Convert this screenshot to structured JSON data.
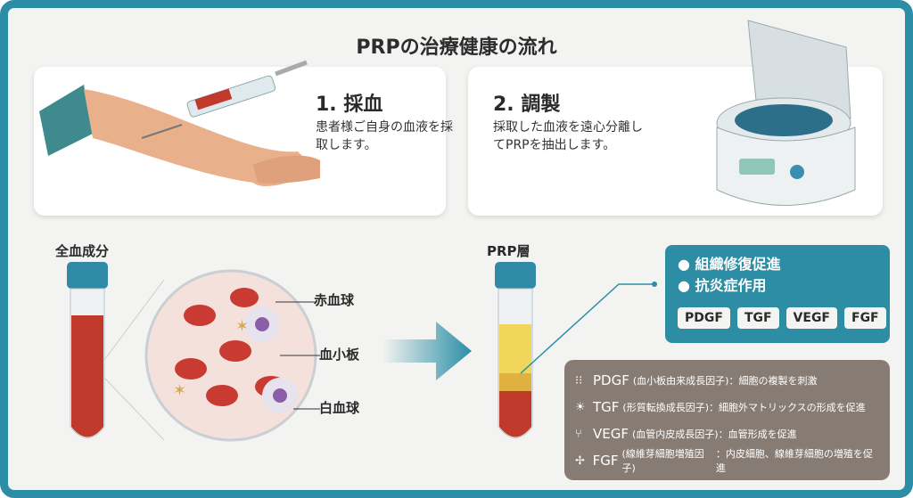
{
  "title": "PRPの治療健康の流れ",
  "steps": [
    {
      "title": "1. 採血",
      "desc": "患者様ご自身の血液を採取します。"
    },
    {
      "title": "2. 調製",
      "desc": "採取した血液を遠心分離してPRPを抽出します。"
    }
  ],
  "whole_blood": {
    "label": "全血成分",
    "components": [
      "赤血球",
      "血小板",
      "白血球"
    ]
  },
  "prp": {
    "label": "PRP層"
  },
  "effects": {
    "bullets": [
      "組織修復促進",
      "抗炎症作用"
    ],
    "factors": [
      "PDGF",
      "TGF",
      "VEGF",
      "FGF"
    ]
  },
  "factor_details": [
    {
      "icon": "dots-icon",
      "name": "PDGF",
      "full": "(血小板由来成長因子)",
      "effect": "：細胞の複製を刺激"
    },
    {
      "icon": "sun-icon",
      "name": "TGF",
      "full": "(形質転換成長因子)",
      "effect": "：細胞外マトリックスの形成を促進"
    },
    {
      "icon": "branch-icon",
      "name": "VEGF",
      "full": "(血管内皮成長因子)",
      "effect": "：血管形成を促進"
    },
    {
      "icon": "cross-icon",
      "name": "FGF",
      "full": "(線維芽細胞増殖因子)",
      "effect": "：内皮細胞、線維芽細胞の増殖を促進"
    }
  ],
  "colors": {
    "accent": "#2b8ea6",
    "blood": "#c0392b",
    "plasma": "#e8c23a",
    "panel": "#877c74"
  }
}
